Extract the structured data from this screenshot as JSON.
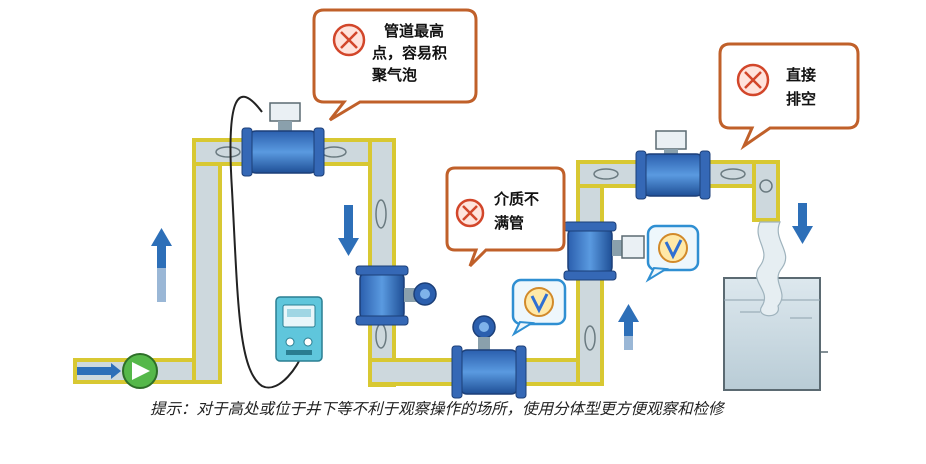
{
  "callouts": {
    "highest_point": {
      "lines": [
        "管道最高",
        "点，容易积",
        "聚气泡"
      ],
      "status": "incorrect"
    },
    "not_full": {
      "lines": [
        "介质不",
        "满管"
      ],
      "status": "incorrect"
    },
    "direct_drain": {
      "lines": [
        "直接",
        "排空"
      ],
      "status": "incorrect"
    }
  },
  "check_marks": {
    "count": 2,
    "status": "correct"
  },
  "caption": "提示：对于高处或位于井下等不利于观察操作的场所，使用分体型更方便观察和检修",
  "colors": {
    "pipe_fill": "#cdd8dd",
    "pipe_edge": "#d8c832",
    "meter_blue": "#3a78c8",
    "callout_border": "#c0602a",
    "cross_red": "#d2462a",
    "check_blue": "#2f8fd2",
    "arrow_blue": "#2d6fb8",
    "pump_green": "#55b84a"
  }
}
